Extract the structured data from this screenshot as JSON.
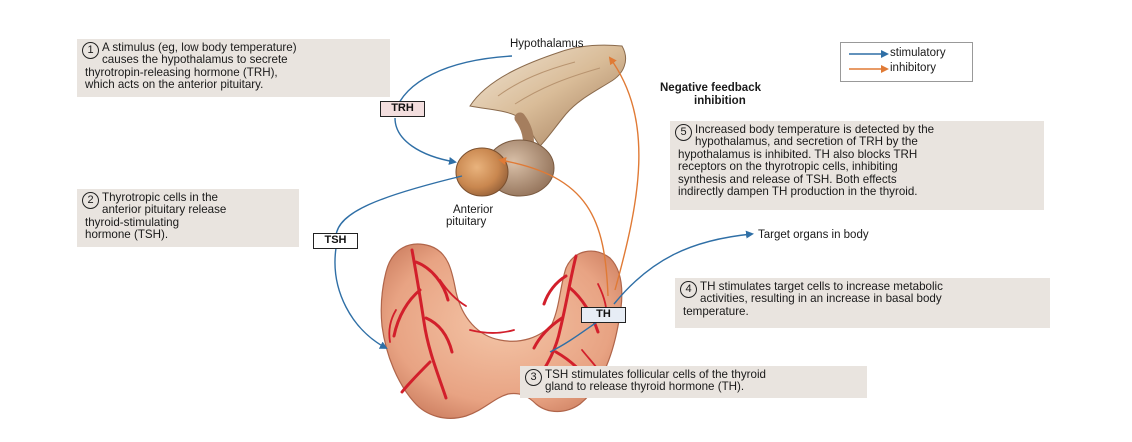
{
  "colors": {
    "stimulatory": "#2f6fa6",
    "inhibitory": "#e07a35",
    "box_bg": "#e9e4df",
    "trh_bg": "#f3dede",
    "tsh_bg": "#ffffff",
    "th_bg": "#e7edf5"
  },
  "legend": {
    "stimulatory": "stimulatory",
    "inhibitory": "inhibitory"
  },
  "labels": {
    "hypothalamus": "Hypothalamus",
    "anterior_pituitary_1": "Anterior",
    "anterior_pituitary_2": "pituitary",
    "negative_feedback_1": "Negative feedback",
    "negative_feedback_2": "inhibition",
    "target_organs": "Target organs in body"
  },
  "hormones": {
    "trh": "TRH",
    "tsh": "TSH",
    "th": "TH"
  },
  "steps": [
    {
      "number": "1",
      "lines": [
        "A stimulus (eg, low body temperature)",
        "causes the hypothalamus to secrete",
        "thyrotropin-releasing hormone (TRH),",
        "which acts on the anterior pituitary."
      ]
    },
    {
      "number": "2",
      "lines": [
        "Thyrotropic cells in the",
        "anterior pituitary release",
        "thyroid-stimulating",
        "hormone (TSH)."
      ]
    },
    {
      "number": "3",
      "lines": [
        "TSH stimulates follicular cells of the thyroid",
        "gland to release thyroid hormone (TH)."
      ]
    },
    {
      "number": "4",
      "lines": [
        "TH stimulates target cells to increase metabolic",
        "activities, resulting in an increase in basal body",
        "temperature."
      ]
    },
    {
      "number": "5",
      "lines": [
        "Increased body temperature is detected by the",
        "hypothalamus, and secretion of TRH by the",
        "hypothalamus is inhibited. TH also blocks TRH",
        "receptors on the thyrotropic cells, inhibiting",
        "synthesis and release of TSH. Both effects",
        "indirectly dampen TH production in the thyroid."
      ]
    }
  ]
}
